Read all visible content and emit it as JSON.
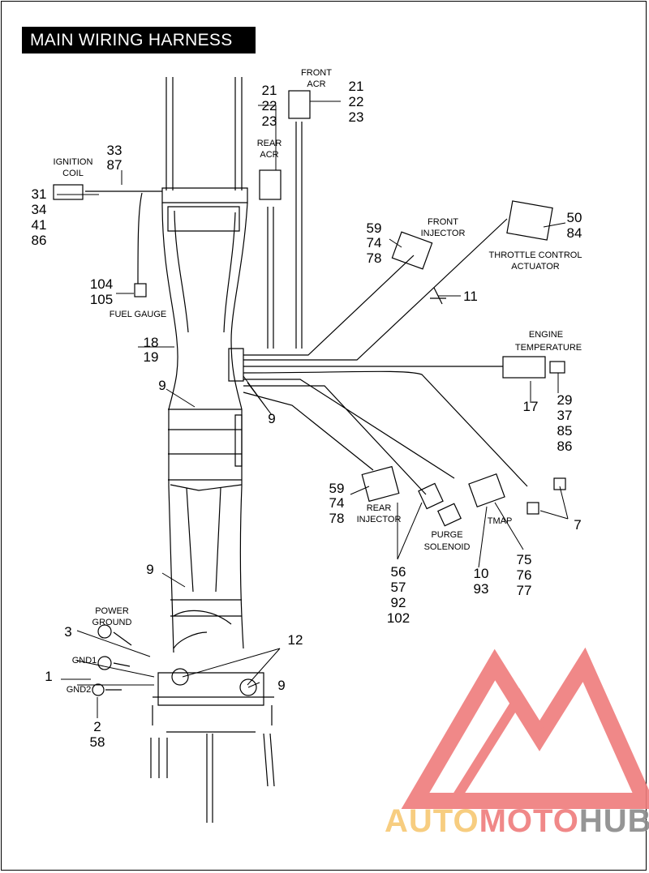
{
  "title": "MAIN WIRING HARNESS",
  "captions": {
    "front_acr": [
      "FRONT",
      "ACR"
    ],
    "rear_acr": [
      "REAR",
      "ACR"
    ],
    "ignition_coil": [
      "IGNITION",
      "COIL"
    ],
    "fuel_gauge": "FUEL GAUGE",
    "front_injector": [
      "FRONT",
      "INJECTOR"
    ],
    "throttle_actuator": [
      "THROTTLE CONTROL",
      "ACTUATOR"
    ],
    "engine_temperature": [
      "ENGINE",
      "TEMPERATURE"
    ],
    "rear_injector": [
      "REAR",
      "INJECTOR"
    ],
    "purge_solenoid": [
      "PURGE",
      "SOLENOID"
    ],
    "tmap": "TMAP",
    "power_ground": [
      "POWER",
      "GROUND"
    ],
    "gnd1": "GND1",
    "gnd2": "GND2"
  },
  "callouts": {
    "rear_acr_nums": [
      "21",
      "22",
      "23"
    ],
    "front_acr_nums": [
      "21",
      "22",
      "23"
    ],
    "coil_top": [
      "33",
      "87"
    ],
    "coil_left": [
      "31",
      "34",
      "41",
      "86"
    ],
    "fuel_gauge_nums": [
      "104",
      "105"
    ],
    "frame_18_19": [
      "18",
      "19"
    ],
    "nine_upper": "9",
    "nine_right": "9",
    "nine_lower": "9",
    "nine_bottom_right": "9",
    "front_injector_nums": [
      "59",
      "74",
      "78"
    ],
    "throttle_nums": [
      "50",
      "84"
    ],
    "eleven": "11",
    "seventeen": "17",
    "engine_temp_nums": [
      "29",
      "37",
      "85",
      "86"
    ],
    "seven": "7",
    "rear_injector_nums": [
      "59",
      "74",
      "78"
    ],
    "harness_nums": [
      "56",
      "57",
      "92",
      "102"
    ],
    "purge_nums": [
      "10",
      "93"
    ],
    "tmap_nums": [
      "75",
      "76",
      "77"
    ],
    "twelve": "12",
    "three": "3",
    "one": "1",
    "gnd2_nums": [
      "2",
      "58"
    ]
  },
  "watermark": {
    "part1": "AUTO",
    "part2": "MOTO",
    "part3": "HUB",
    "color_light": "#f7c873",
    "color_red": "#ef7c7c",
    "color_gray": "#8a8a8a"
  }
}
